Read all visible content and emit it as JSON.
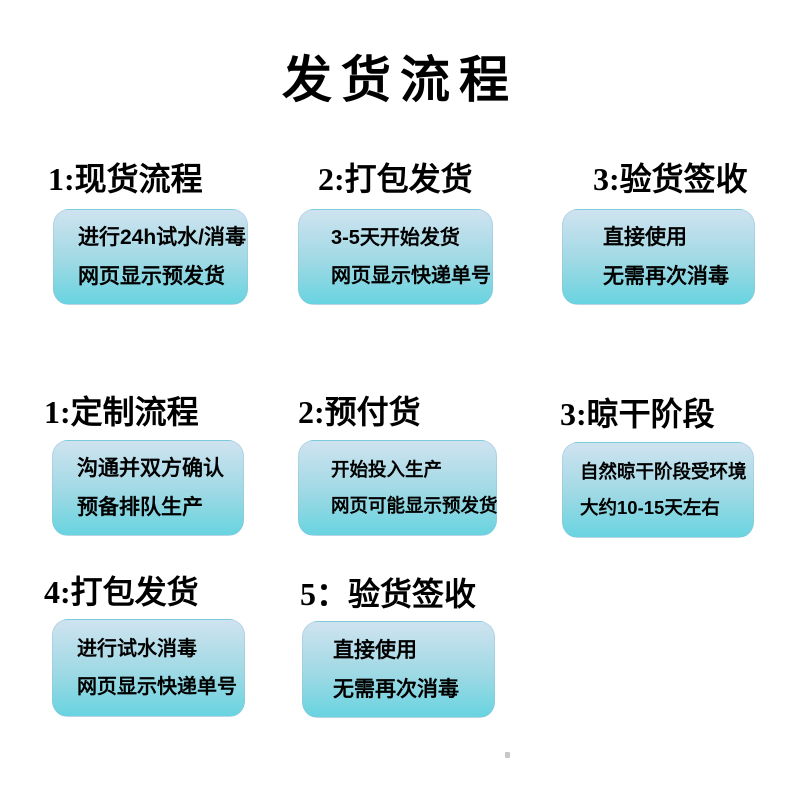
{
  "title": "发货流程",
  "colors": {
    "background": "#ffffff",
    "text": "#000000",
    "box_gradient_top": "#cfe3f0",
    "box_gradient_mid": "#9ed9e4",
    "box_gradient_bottom": "#68d4e0"
  },
  "sections": [
    {
      "header": "1:现货流程",
      "lines": [
        "进行24h试水/消毒",
        "网页显示预发货"
      ]
    },
    {
      "header": "2:打包发货",
      "lines": [
        "3-5天开始发货",
        "网页显示快递单号"
      ]
    },
    {
      "header": "3:验货签收",
      "lines": [
        "直接使用",
        "无需再次消毒"
      ]
    },
    {
      "header": "1:定制流程",
      "lines": [
        "沟通并双方确认",
        "预备排队生产"
      ]
    },
    {
      "header": "2:预付货",
      "lines": [
        "开始投入生产",
        "网页可能显示预发货"
      ]
    },
    {
      "header": "3:晾干阶段",
      "lines": [
        "自然晾干阶段受环境",
        "大约10-15天左右"
      ]
    },
    {
      "header": "4:打包发货",
      "lines": [
        "进行试水消毒",
        "网页显示快递单号"
      ]
    },
    {
      "header": "5：验货签收",
      "lines": [
        "直接使用",
        "无需再次消毒"
      ]
    }
  ]
}
